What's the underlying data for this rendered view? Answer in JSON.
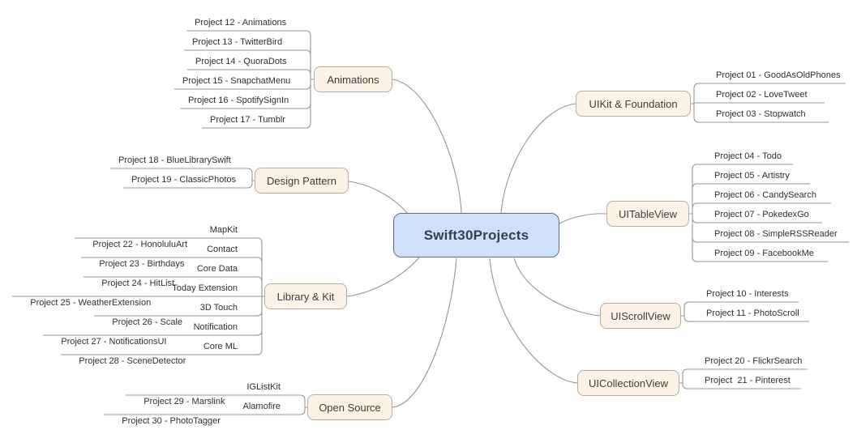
{
  "title": "Swift30Projects",
  "colors": {
    "center_fill": "#cfe1fa",
    "center_border": "#5e6e93",
    "branch_fill": "#fdf2e6",
    "branch_border": "#b9ab9e",
    "line": "#959595",
    "text": "#2f2f2f"
  },
  "branches": [
    {
      "label": "Animations",
      "items": [
        {
          "label": "Project 12 - Animations"
        },
        {
          "label": "Project 13 - TwitterBird"
        },
        {
          "label": "Project 14 - QuoraDots"
        },
        {
          "label": "Project 15 - SnapchatMenu"
        },
        {
          "label": "Project 16 - SpotifySignIn"
        },
        {
          "label": "Project 17 - Tumblr"
        }
      ]
    },
    {
      "label": "Design Pattern",
      "items": [
        {
          "label": "Project 18 - BlueLibrarySwift"
        },
        {
          "label": "Project 19 - ClassicPhotos"
        }
      ]
    },
    {
      "label": "Library & Kit",
      "items": [
        {
          "label": "Project 22 - HonoluluArt",
          "tag": "MapKit"
        },
        {
          "label": "Project 23 - Birthdays",
          "tag": "Contact"
        },
        {
          "label": "Project 24 - HitList",
          "tag": "Core Data"
        },
        {
          "label": "Project 25 - WeatherExtension",
          "tag": "Today Extension"
        },
        {
          "label": "Project 26 - Scale",
          "tag": "3D Touch"
        },
        {
          "label": "Project 27 - NotificationsUI",
          "tag": "Notification"
        },
        {
          "label": "Project 28 - SceneDetector",
          "tag": "Core ML"
        }
      ]
    },
    {
      "label": "Open Source",
      "items": [
        {
          "label": "Project 29 - Marslink",
          "tag": "IGListKit"
        },
        {
          "label": "Project 30 - PhotoTagger",
          "tag": "Alamofire"
        }
      ]
    },
    {
      "label": "UIKit & Foundation",
      "items": [
        {
          "label": "Project 01 - GoodAsOldPhones"
        },
        {
          "label": "Project 02 - LoveTweet"
        },
        {
          "label": "Project 03 - Stopwatch"
        }
      ]
    },
    {
      "label": "UITableView",
      "items": [
        {
          "label": "Project 04 - Todo"
        },
        {
          "label": "Project 05 - Artistry"
        },
        {
          "label": "Project 06 - CandySearch"
        },
        {
          "label": "Project 07 - PokedexGo"
        },
        {
          "label": "Project 08 - SimpleRSSReader"
        },
        {
          "label": "Project 09 - FacebookMe"
        }
      ]
    },
    {
      "label": "UIScrollView",
      "items": [
        {
          "label": "Project 10 - Interests"
        },
        {
          "label": "Project 11 - PhotoScroll"
        }
      ]
    },
    {
      "label": "UICollectionView",
      "items": [
        {
          "label": "Project 20 - FlickrSearch"
        },
        {
          "label": "Project  21 - Pinterest"
        }
      ]
    }
  ]
}
